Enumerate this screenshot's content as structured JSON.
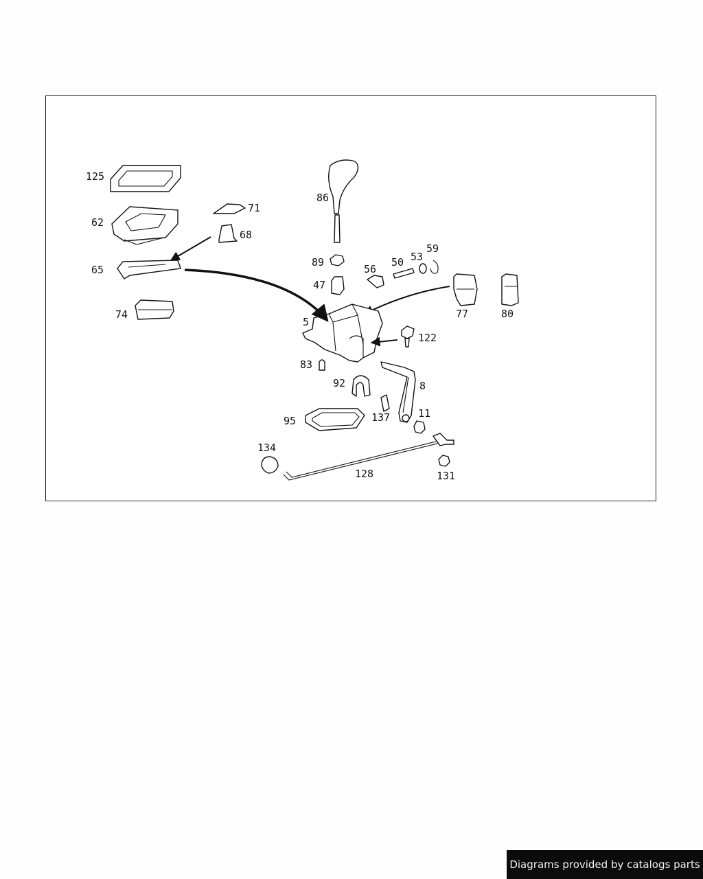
{
  "diagram": {
    "callouts": [
      "125",
      "62",
      "71",
      "68",
      "65",
      "74",
      "86",
      "89",
      "47",
      "56",
      "50",
      "53",
      "59",
      "77",
      "80",
      "5",
      "122",
      "83",
      "92",
      "8",
      "137",
      "11",
      "95",
      "134",
      "128",
      "131"
    ]
  },
  "footer": {
    "credit": "Diagrams provided by catalogs parts"
  }
}
